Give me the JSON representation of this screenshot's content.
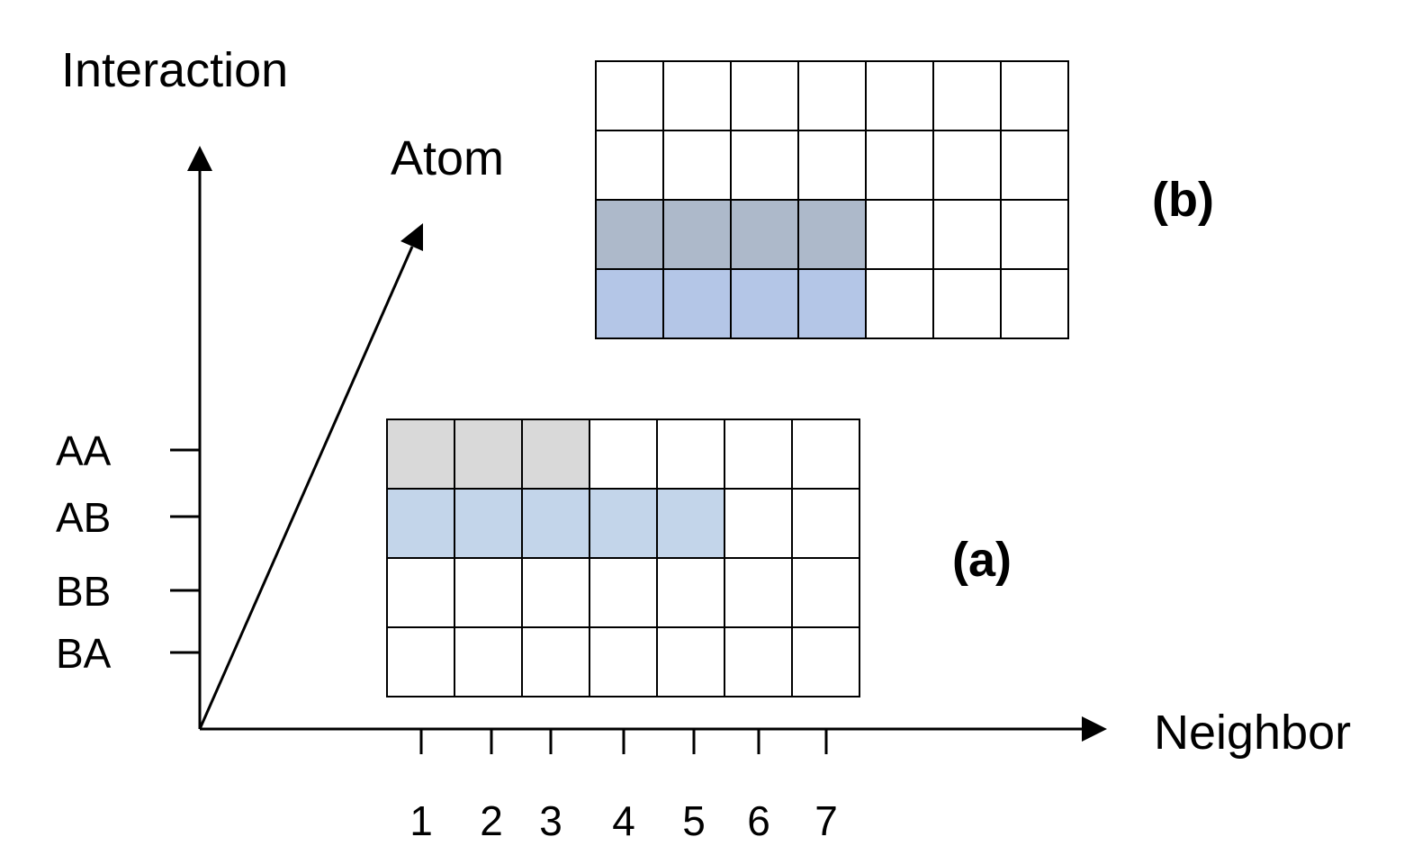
{
  "axes": {
    "y_label": "Interaction",
    "diag_label": "Atom",
    "x_label": "Neighbor"
  },
  "interaction_ticks": [
    "AA",
    "AB",
    "BB",
    "BA"
  ],
  "neighbor_ticks": [
    "1",
    "2",
    "3",
    "4",
    "5",
    "6",
    "7"
  ],
  "panels": {
    "a": {
      "label": "(a)",
      "rows": 4,
      "cols": 7,
      "filled": [
        {
          "row": 0,
          "cols": 3,
          "color": "#d9d9d9"
        },
        {
          "row": 1,
          "cols": 5,
          "color": "#c3d5ea"
        }
      ]
    },
    "b": {
      "label": "(b)",
      "rows": 4,
      "cols": 7,
      "filled": [
        {
          "row": 2,
          "cols": 4,
          "color": "#adb9ca"
        },
        {
          "row": 3,
          "cols": 4,
          "color": "#b4c6e7"
        }
      ]
    }
  }
}
